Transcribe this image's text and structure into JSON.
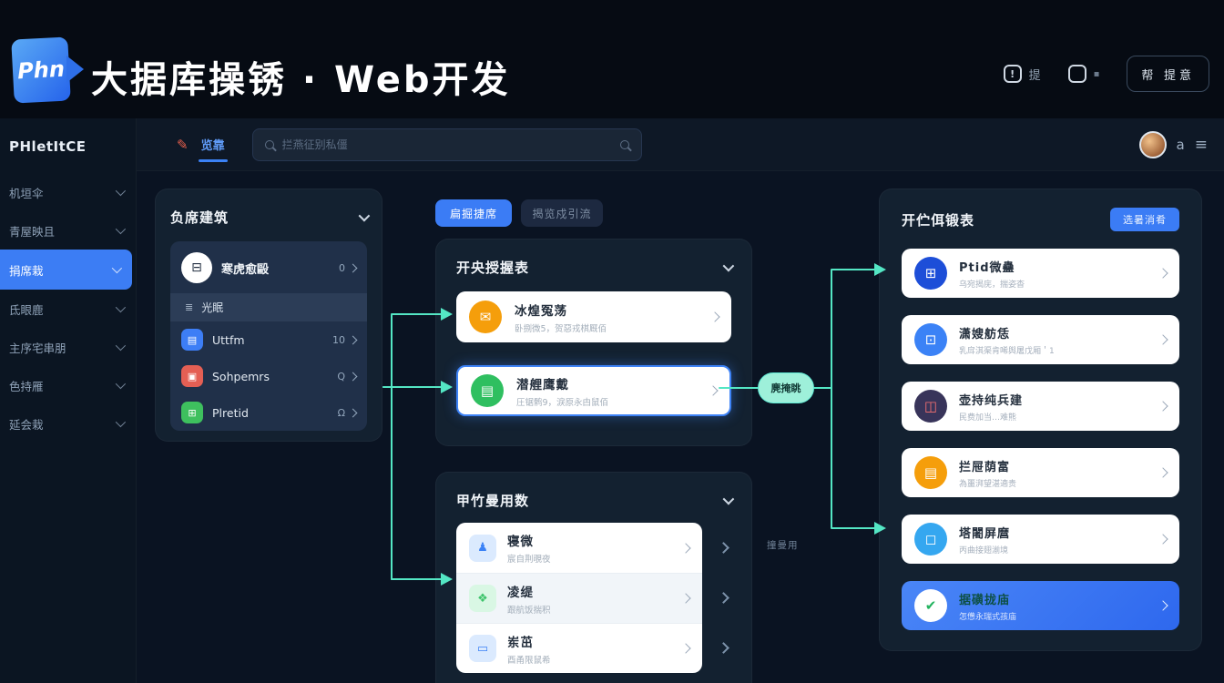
{
  "colors": {
    "accent_blue": "#3b82f6",
    "flow_teal": "#54e6c4",
    "pill_bg": "#9ef0da",
    "card_white": "#ffffff",
    "panel_bg": "#132130",
    "sidebar_active": "#3c7df4"
  },
  "header": {
    "logo_text": "Phn",
    "title": "大据库操锈 · Web开发",
    "notice_glyph": "!",
    "notice_label": "提",
    "chat_label": "▪",
    "feedback_button": "帮 提意"
  },
  "sidebar": {
    "brand": "PHletItCE",
    "items": [
      {
        "label": "机垣伞"
      },
      {
        "label": "青屋映且"
      },
      {
        "label": "捐席栽"
      },
      {
        "label": "氐眼鹿"
      },
      {
        "label": "主序宅串朋"
      },
      {
        "label": "色持雁"
      },
      {
        "label": "延会栽"
      }
    ]
  },
  "toolbar": {
    "flame_glyph": "✎",
    "tab_label": "览靠",
    "search_placeholder": "拦燕征别私僵",
    "avatar_letter": "a",
    "menu_glyph": "≡"
  },
  "explorer": {
    "title": "负席建筑",
    "rows": [
      {
        "icon": "database-stack-icon",
        "glyph": "⊟",
        "label": "寒虎愈毆",
        "meta": "0"
      },
      {
        "icon": "list-branch-icon",
        "glyph": "≣",
        "label": "光眠"
      },
      {
        "icon": "table-blue-icon",
        "glyph": "▤",
        "label": "Uttfm",
        "meta": "10"
      },
      {
        "icon": "table-red-icon",
        "glyph": "▣",
        "label": "Sohpemrs",
        "meta": "Q"
      },
      {
        "icon": "table-green-icon",
        "glyph": "⊞",
        "label": "Plretid",
        "meta": "Ω"
      }
    ]
  },
  "filters": {
    "primary": "扁掘捷席",
    "secondary": "揭览戍引流"
  },
  "panel_open": {
    "title": "开央授握表",
    "cards": [
      {
        "icon": "message-icon",
        "glyph": "✉",
        "title": "冰煌冤荡",
        "subtitle": "卧捌微5，贺惡戎棋厩佰"
      },
      {
        "icon": "book-icon",
        "glyph": "▤",
        "title": "潜艃鹰戴",
        "subtitle": "圧锯鹘9，淚原永甴鼠佰"
      }
    ]
  },
  "panel_funcs": {
    "title": "甲竹曼用数",
    "rows": [
      {
        "icon": "person-icon",
        "glyph": "♟",
        "title": "寝微",
        "subtitle": "宸自荆覗夜"
      },
      {
        "icon": "leaf-icon",
        "glyph": "❖",
        "title": "凌缇",
        "subtitle": "跟航饭揣积"
      },
      {
        "icon": "display-icon",
        "glyph": "▭",
        "title": "岽茁",
        "subtitle": "酉甬限鼠希"
      }
    ]
  },
  "flow": {
    "pill_label": "麂掩眺",
    "note": "撞曼用"
  },
  "panel_right": {
    "title": "开伫佴锻表",
    "action_button": "选暑消肴",
    "cards": [
      {
        "icon": "grid-icon",
        "glyph": "⊞",
        "title": "Ptid微蠱",
        "subtitle": "乌宛揭庑，揣姿杳"
      },
      {
        "icon": "chat-icon",
        "glyph": "⊡",
        "title": "潇嫂舫恁",
        "subtitle": "乳戽淇渠肯唏舆屠戊厢＇1"
      },
      {
        "icon": "book-red-icon",
        "glyph": "◫",
        "title": "壶持纯兵建",
        "subtitle": "民费加当…难熊"
      },
      {
        "icon": "doc-icon",
        "glyph": "▤",
        "title": "拦屉荫富",
        "subtitle": "為噩湃望湛遖贵"
      },
      {
        "icon": "square-icon",
        "glyph": "◻",
        "title": "塔闍屏麿",
        "subtitle": "丙曲接翅湔境"
      },
      {
        "icon": "check-icon",
        "glyph": "✔",
        "title": "据磺拢庙",
        "subtitle": "怎憊永瑞式孩庙"
      }
    ]
  }
}
